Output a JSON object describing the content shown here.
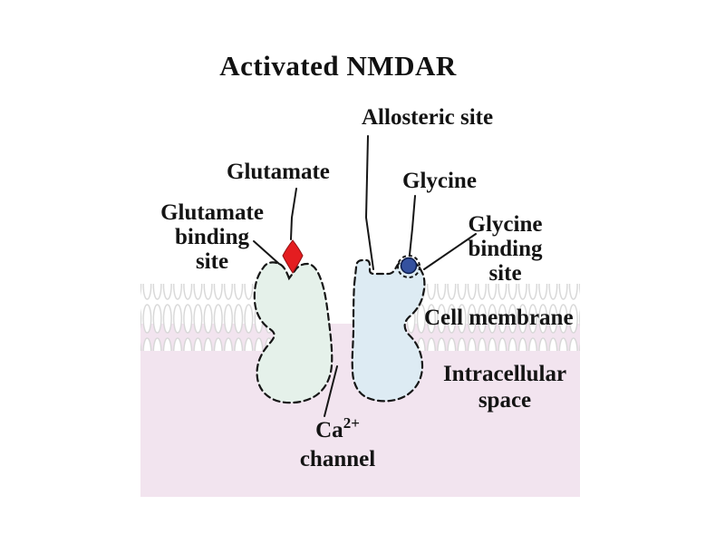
{
  "title": "Activated NMDAR",
  "labels": {
    "allosteric_site": "Allosteric site",
    "glutamate": "Glutamate",
    "glycine": "Glycine",
    "glutamate_binding_site": [
      "Glutamate",
      "binding",
      "site"
    ],
    "glycine_binding_site": [
      "Glycine",
      "binding",
      "site"
    ],
    "cell_membrane": "Cell membrane",
    "intracellular_space": [
      "Intracellular",
      "space"
    ],
    "ca_channel": {
      "element": "Ca",
      "charge": "2+",
      "line2": "channel"
    }
  },
  "colors": {
    "background": "#ffffff",
    "glutamate_ligand": "#e41d20",
    "glycine_ligand": "#34519f",
    "left_subunit_fill": "#e5f1ea",
    "right_subunit_fill": "#ddebf3",
    "intracellular_space": "#f2e4ef",
    "membrane_lipid_stroke": "#d6d6d6",
    "outline": "#161616",
    "text": "#141414"
  }
}
